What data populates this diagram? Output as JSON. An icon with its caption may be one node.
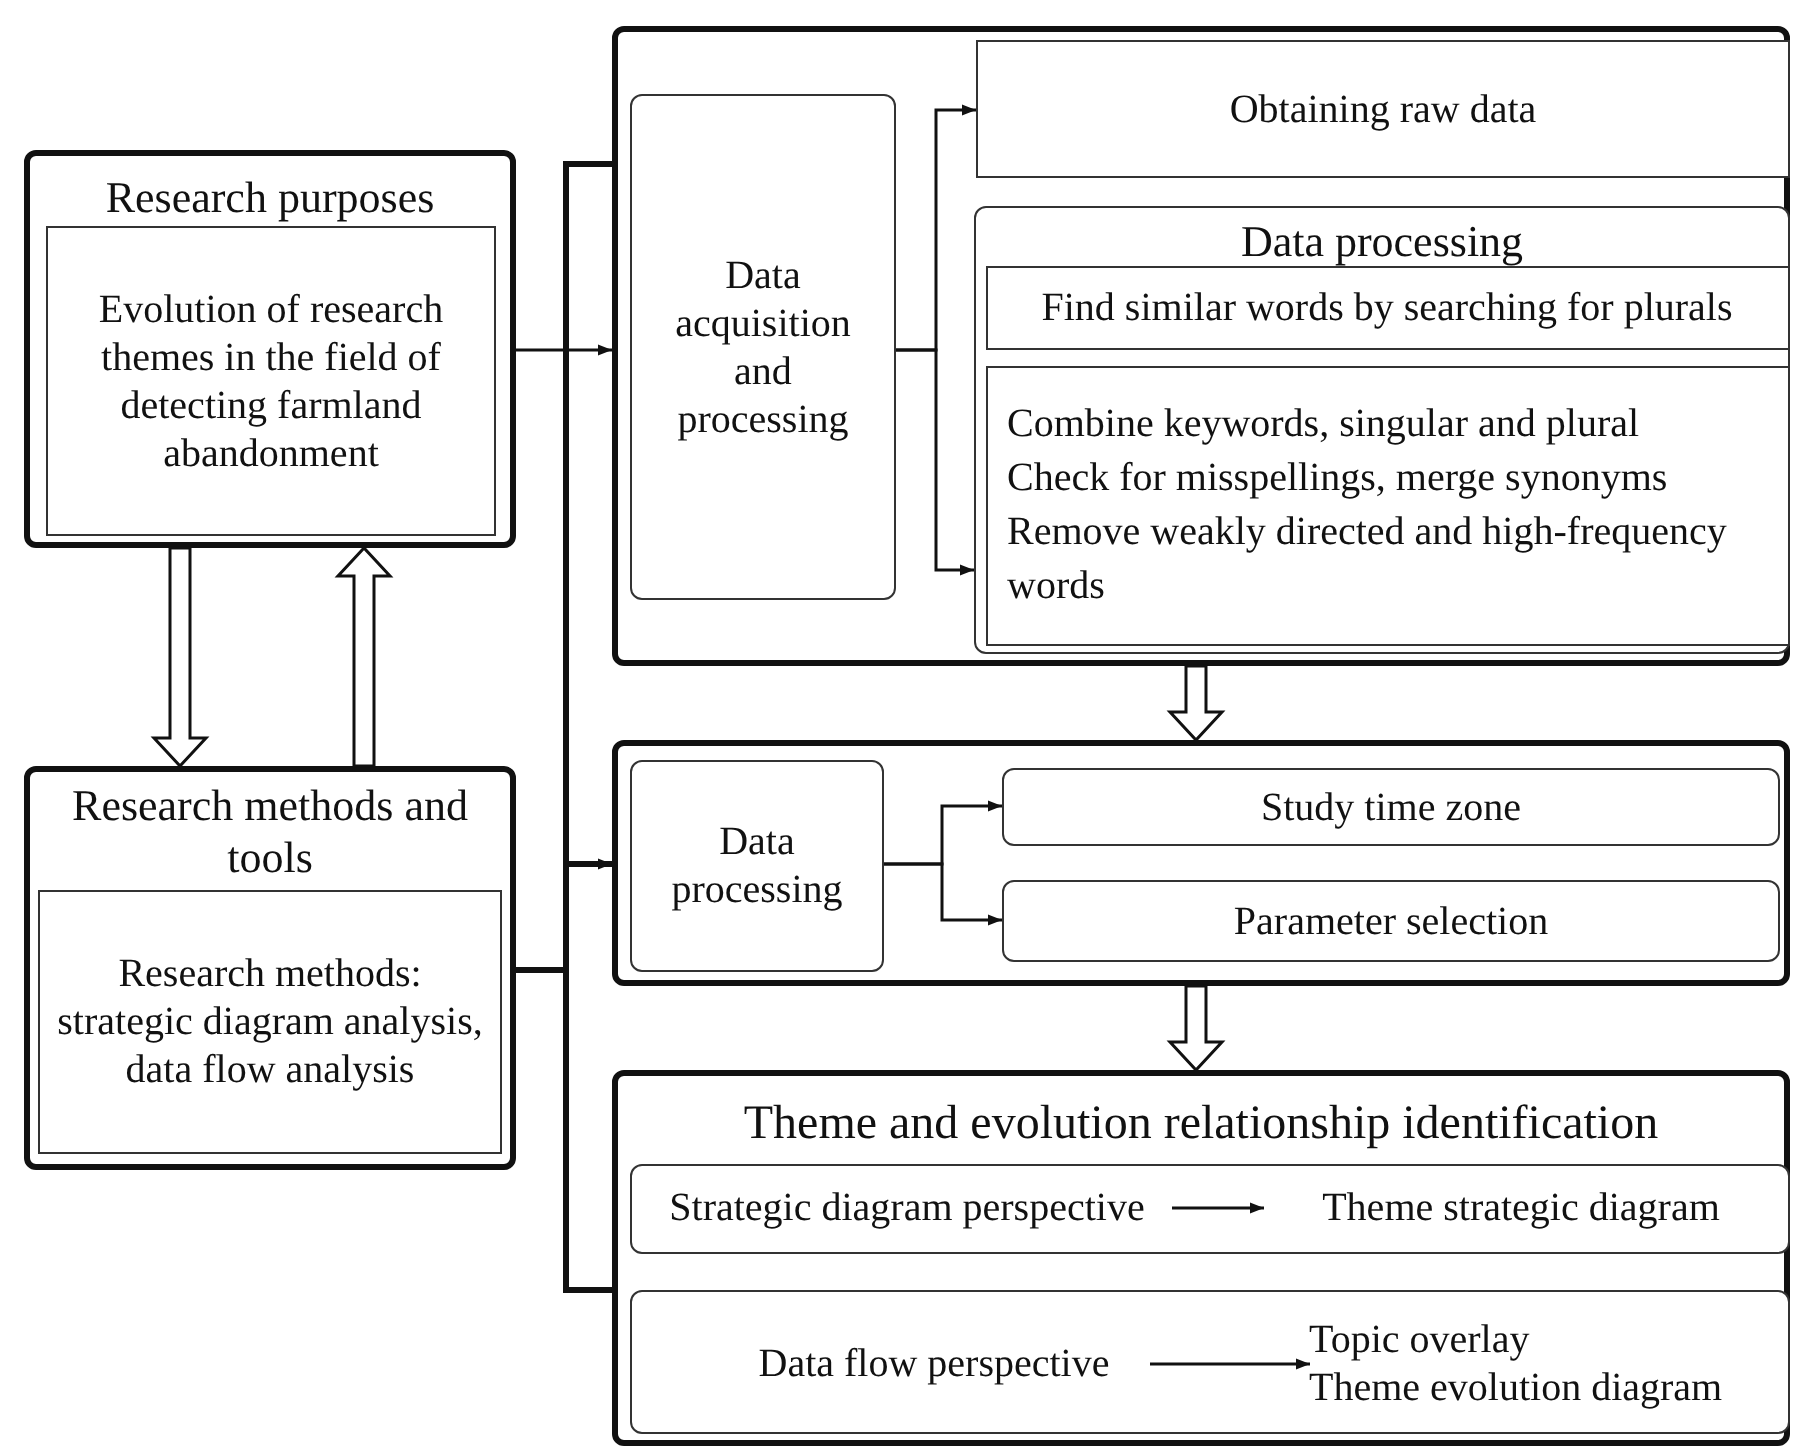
{
  "diagram": {
    "nodes": [
      {
        "text": [
          "Research purposes"
        ]
      },
      {
        "text": [
          "Evolution of research themes in the field of detecting farmland abandonment"
        ],
        "in": 0
      },
      {
        "text": [
          "Research methods and tools"
        ]
      },
      {
        "text": [
          "Research methods: strategic diagram analysis, data flow analysis"
        ],
        "in": 2
      },
      {
        "text": [],
        "shape": "box"
      },
      {
        "text": [
          "Data acquisition and processing"
        ],
        "in": 4
      },
      {
        "text": [
          "Obtaining raw data"
        ],
        "in": 4
      },
      {
        "text": [
          "Data processing"
        ],
        "in": 4
      },
      {
        "text": [
          "Find similar words by searching for plurals"
        ],
        "in": 7
      },
      {
        "text": [
          "Combine keywords, singular and plural",
          "Check for misspellings, merge synonyms",
          "Remove weakly directed and high-frequency words"
        ],
        "in": 7
      },
      {
        "text": [],
        "shape": "box"
      },
      {
        "text": [
          "Data processing"
        ],
        "in": 10
      },
      {
        "text": [
          "Study time zone"
        ],
        "in": 10
      },
      {
        "text": [
          "Parameter selection"
        ],
        "in": 10
      },
      {
        "text": [
          "Theme and evolution relationship identification"
        ]
      },
      {
        "text": [],
        "shape": "box",
        "in": 14
      },
      {
        "text": [
          "Strategic diagram perspective"
        ],
        "in": 15
      },
      {
        "text": [
          "Theme strategic diagram"
        ],
        "in": 15
      },
      {
        "text": [],
        "shape": "box",
        "in": 14
      },
      {
        "text": [
          "Data flow perspective"
        ],
        "in": 18
      },
      {
        "text": [
          "Topic overlay",
          "Theme evolution diagram"
        ],
        "in": 18
      }
    ],
    "edges": [
      {
        "from": 0,
        "to": 4,
        "arrow": "to"
      },
      {
        "from": 2,
        "to": 10,
        "arrow": "to",
        "style": "thick"
      },
      {
        "from": 4,
        "to": 14,
        "arrow": "none",
        "style": "thick"
      },
      {
        "from": 5,
        "to": 6,
        "arrow": "to"
      },
      {
        "from": 5,
        "to": 7,
        "arrow": "to"
      },
      {
        "from": 11,
        "to": 12,
        "arrow": "to"
      },
      {
        "from": 11,
        "to": 13,
        "arrow": "to"
      },
      {
        "from": 16,
        "to": 17,
        "arrow": "to"
      },
      {
        "from": 19,
        "to": 20,
        "arrow": "to"
      },
      {
        "from": 0,
        "to": 2,
        "arrow": "to",
        "style": "thick"
      },
      {
        "from": 2,
        "to": 0,
        "arrow": "to",
        "style": "thick"
      },
      {
        "from": 4,
        "to": 10,
        "arrow": "to",
        "style": "thick"
      },
      {
        "from": 10,
        "to": 14,
        "arrow": "to",
        "style": "thick"
      }
    ]
  }
}
